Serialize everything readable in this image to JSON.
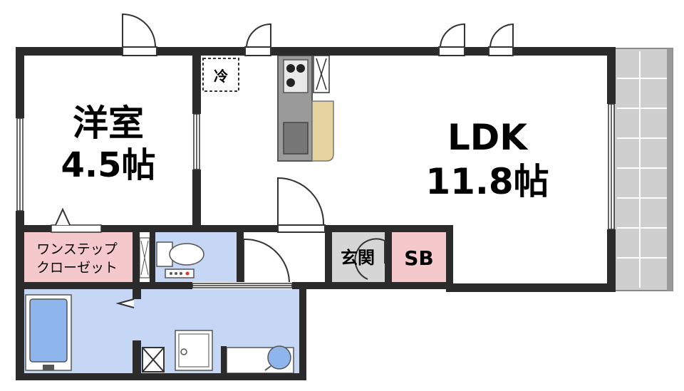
{
  "rooms": {
    "western": {
      "name": "洋室",
      "size": "4.5帖"
    },
    "ldk": {
      "name": "LDK",
      "size": "11.8帖"
    },
    "closet": {
      "line1": "ワンステップ",
      "line2": "クローゼット"
    },
    "entrance": {
      "name": "玄関"
    },
    "shoe_box": {
      "name": "SB"
    },
    "fridge": {
      "name": "冷"
    }
  },
  "colors": {
    "wall": "#2b2b2b",
    "wet_area": "#c6d6f5",
    "closet": "#f5c9cc",
    "entrance_floor": "#d6d6d6",
    "balcony": "#cfcfcf",
    "counter": "#e5d3a0",
    "kitchen": "#9a9a9a"
  }
}
